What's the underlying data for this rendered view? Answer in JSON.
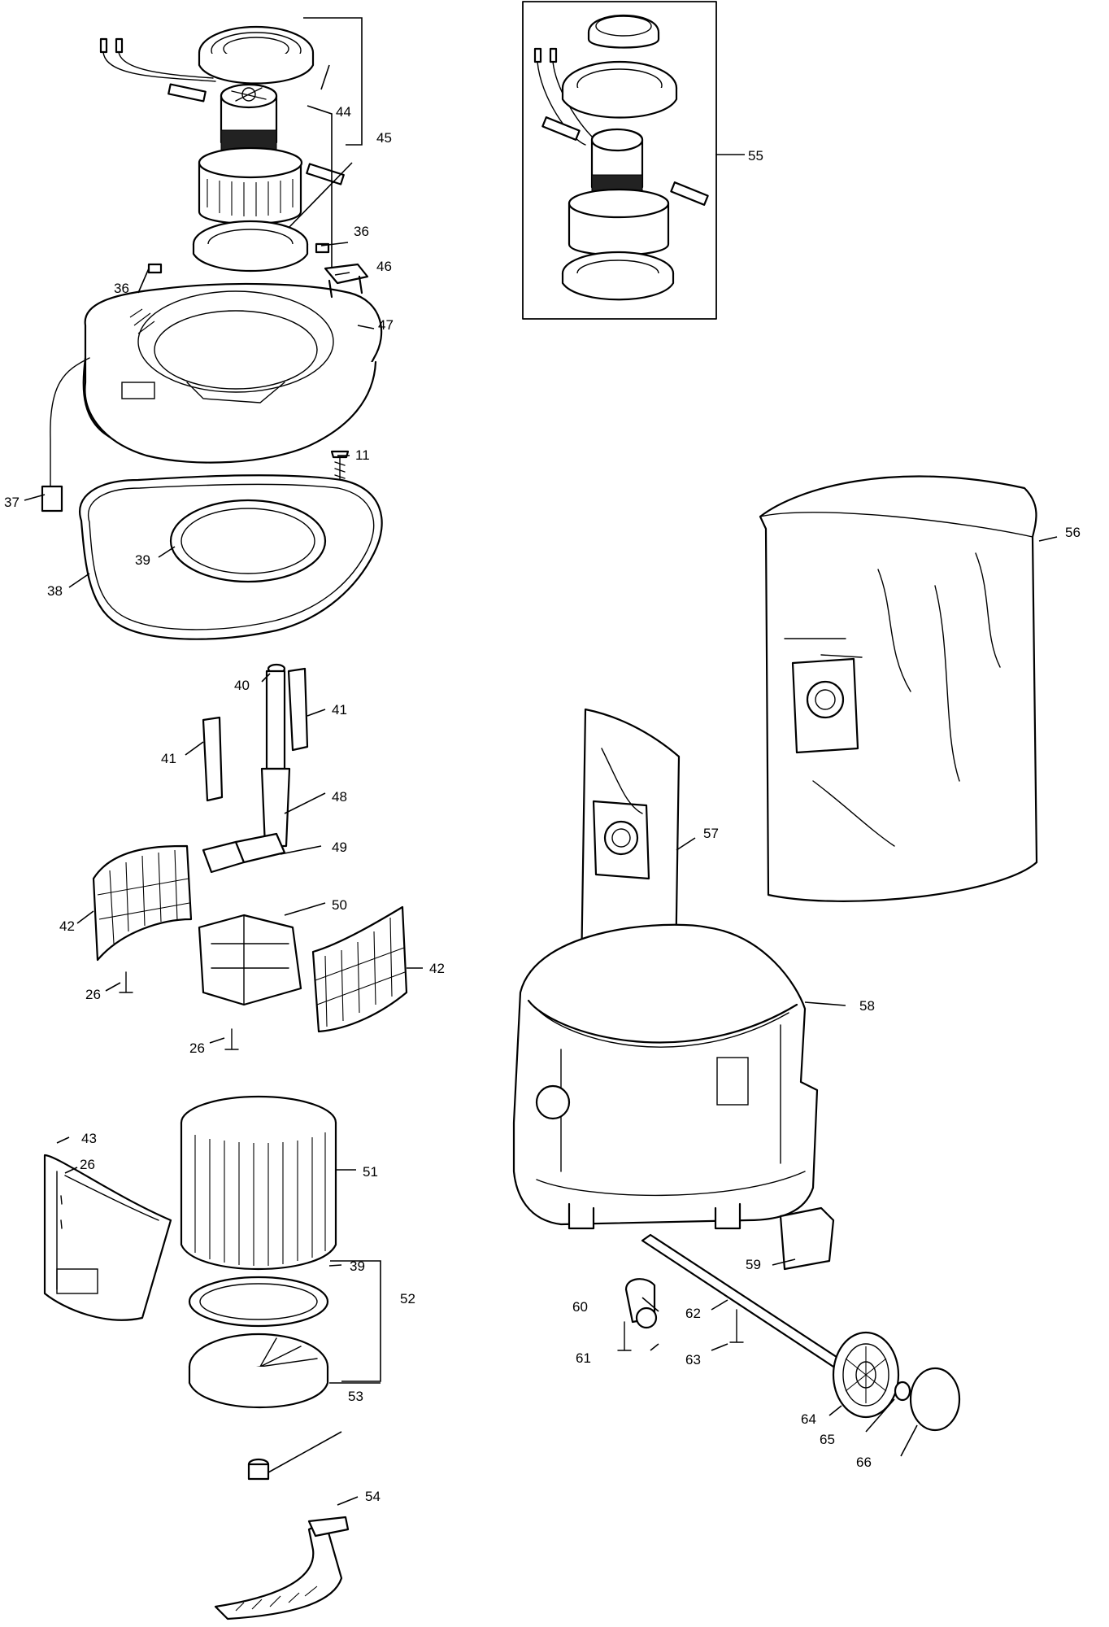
{
  "diagram": {
    "type": "exploded parts diagram",
    "callouts": {
      "c11": "11",
      "c26a": "26",
      "c26b": "26",
      "c26c": "26",
      "c36a": "36",
      "c36b": "36",
      "c37": "37",
      "c38": "38",
      "c39a": "39",
      "c39b": "39",
      "c40": "40",
      "c41a": "41",
      "c41b": "41",
      "c42a": "42",
      "c42b": "42",
      "c43": "43",
      "c44": "44",
      "c45": "45",
      "c46": "46",
      "c47": "47",
      "c48": "48",
      "c49": "49",
      "c50": "50",
      "c51": "51",
      "c52": "52",
      "c53": "53",
      "c54": "54",
      "c55": "55",
      "c56": "56",
      "c57": "57",
      "c58": "58",
      "c59": "59",
      "c60": "60",
      "c61": "61",
      "c62": "62",
      "c63": "63",
      "c64": "64",
      "c65": "65",
      "c66": "66"
    }
  }
}
